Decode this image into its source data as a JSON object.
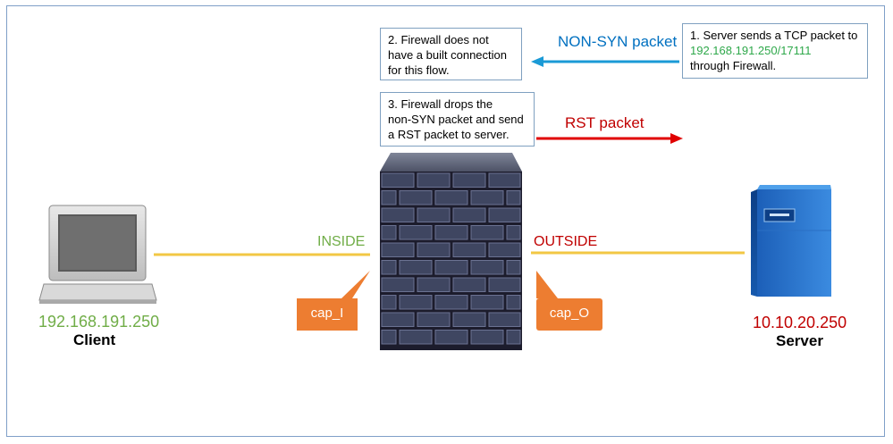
{
  "notes": {
    "note1": {
      "line1": "1. Server sends a TCP packet to",
      "line2": "192.168.191.250/17111",
      "line3": "through Firewall."
    },
    "note2": {
      "line1": "2. Firewall does not",
      "line2": "have a built connection",
      "line3": "for this flow."
    },
    "note3": {
      "line1": "3. Firewall drops the",
      "line2": "non-SYN packet and send",
      "line3": "a RST packet to server."
    }
  },
  "arrows": {
    "non_syn": "NON-SYN packet",
    "rst": "RST packet"
  },
  "links": {
    "inside": "INSIDE",
    "outside": "OUTSIDE"
  },
  "captures": {
    "inside": "cap_I",
    "outside": "cap_O"
  },
  "client": {
    "ip": "192.168.191.250",
    "name": "Client"
  },
  "server": {
    "ip": "10.10.20.250",
    "name": "Server"
  },
  "colors": {
    "green": "#70ad47",
    "red": "#c00000",
    "blue": "#0070c0",
    "yellow": "#f2c744",
    "orange": "#ed7d31"
  }
}
